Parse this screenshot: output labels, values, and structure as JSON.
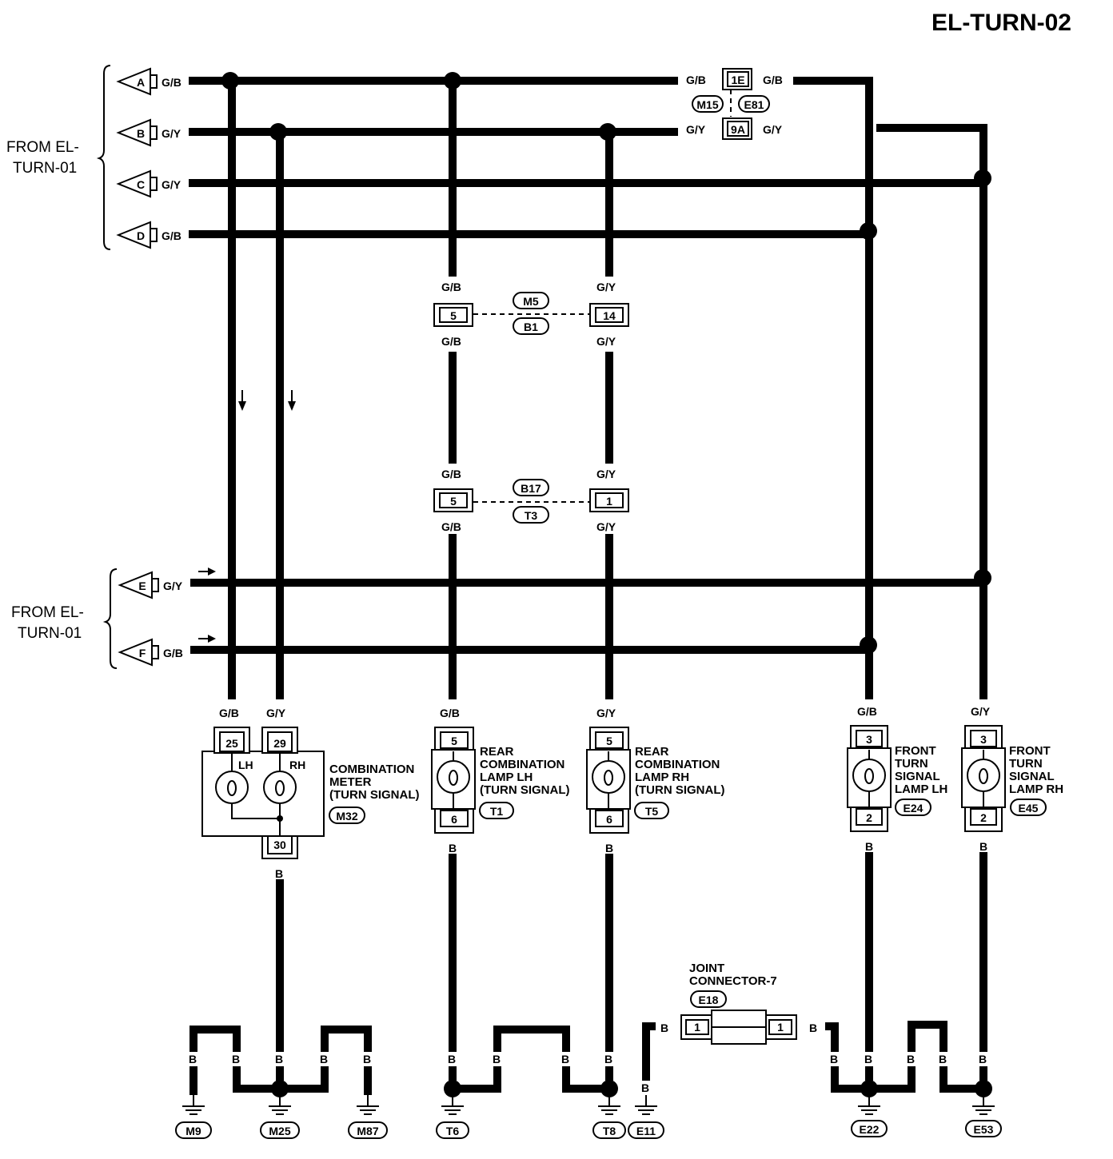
{
  "title": "EL-TURN-02",
  "from_labels": [
    "FROM EL-",
    "TURN-01"
  ],
  "inputs": {
    "A": "A",
    "B": "B",
    "C": "C",
    "D": "D",
    "E": "E",
    "F": "F"
  },
  "wires": {
    "GB": "G/B",
    "GY": "G/Y",
    "B": "B"
  },
  "connectors": {
    "c1E": "1E",
    "c9A": "9A",
    "M15": "M15",
    "E81": "E81",
    "M5": "M5",
    "B1": "B1",
    "B17": "B17",
    "T3": "T3",
    "p5": "5",
    "p14": "14",
    "p1": "1"
  },
  "components": {
    "meter": {
      "lines": [
        "COMBINATION",
        "METER",
        "(TURN SIGNAL)"
      ],
      "id": "M32",
      "pins": [
        "25",
        "29",
        "30"
      ],
      "lh": "LH",
      "rh": "RH"
    },
    "rear_lh": {
      "lines": [
        "REAR",
        "COMBINATION",
        "LAMP LH",
        "(TURN SIGNAL)"
      ],
      "id": "T1",
      "pins": [
        "5",
        "6"
      ]
    },
    "rear_rh": {
      "lines": [
        "REAR",
        "COMBINATION",
        "LAMP RH",
        "(TURN SIGNAL)"
      ],
      "id": "T5",
      "pins": [
        "5",
        "6"
      ]
    },
    "front_lh": {
      "lines": [
        "FRONT",
        "TURN",
        "SIGNAL",
        "LAMP LH"
      ],
      "id": "E24",
      "pins": [
        "3",
        "2"
      ]
    },
    "front_rh": {
      "lines": [
        "FRONT",
        "TURN",
        "SIGNAL",
        "LAMP RH"
      ],
      "id": "E45",
      "pins": [
        "3",
        "2"
      ]
    },
    "joint": {
      "lines": [
        "JOINT",
        "CONNECTOR-7"
      ],
      "id": "E18",
      "pin": "1"
    }
  },
  "grounds": [
    "M9",
    "M25",
    "M87",
    "T6",
    "T8",
    "E11",
    "E22",
    "E53"
  ]
}
